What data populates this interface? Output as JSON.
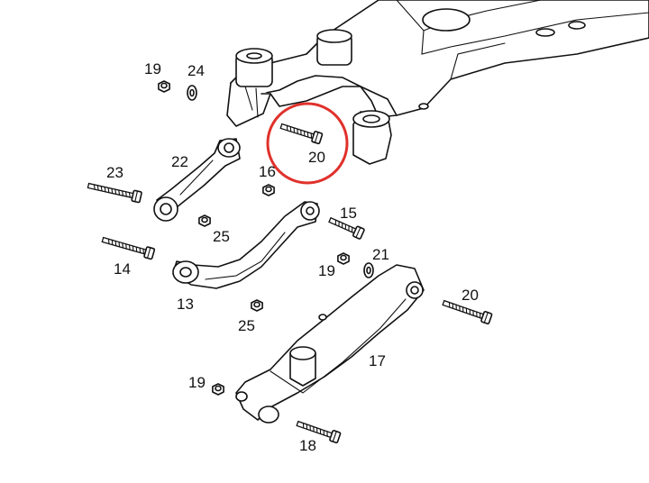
{
  "diagram": {
    "callouts": [
      {
        "id": "c19a",
        "label": "19"
      },
      {
        "id": "c24",
        "label": "24"
      },
      {
        "id": "c22",
        "label": "22"
      },
      {
        "id": "c20a",
        "label": "20"
      },
      {
        "id": "c23",
        "label": "23"
      },
      {
        "id": "c16",
        "label": "16"
      },
      {
        "id": "c15",
        "label": "15"
      },
      {
        "id": "c25a",
        "label": "25"
      },
      {
        "id": "c21",
        "label": "21"
      },
      {
        "id": "c14",
        "label": "14"
      },
      {
        "id": "c19b",
        "label": "19"
      },
      {
        "id": "c13",
        "label": "13"
      },
      {
        "id": "c20b",
        "label": "20"
      },
      {
        "id": "c25b",
        "label": "25"
      },
      {
        "id": "c17",
        "label": "17"
      },
      {
        "id": "c19c",
        "label": "19"
      },
      {
        "id": "c18",
        "label": "18"
      }
    ],
    "highlight": {
      "target": "20",
      "color": "#e0312b"
    }
  }
}
